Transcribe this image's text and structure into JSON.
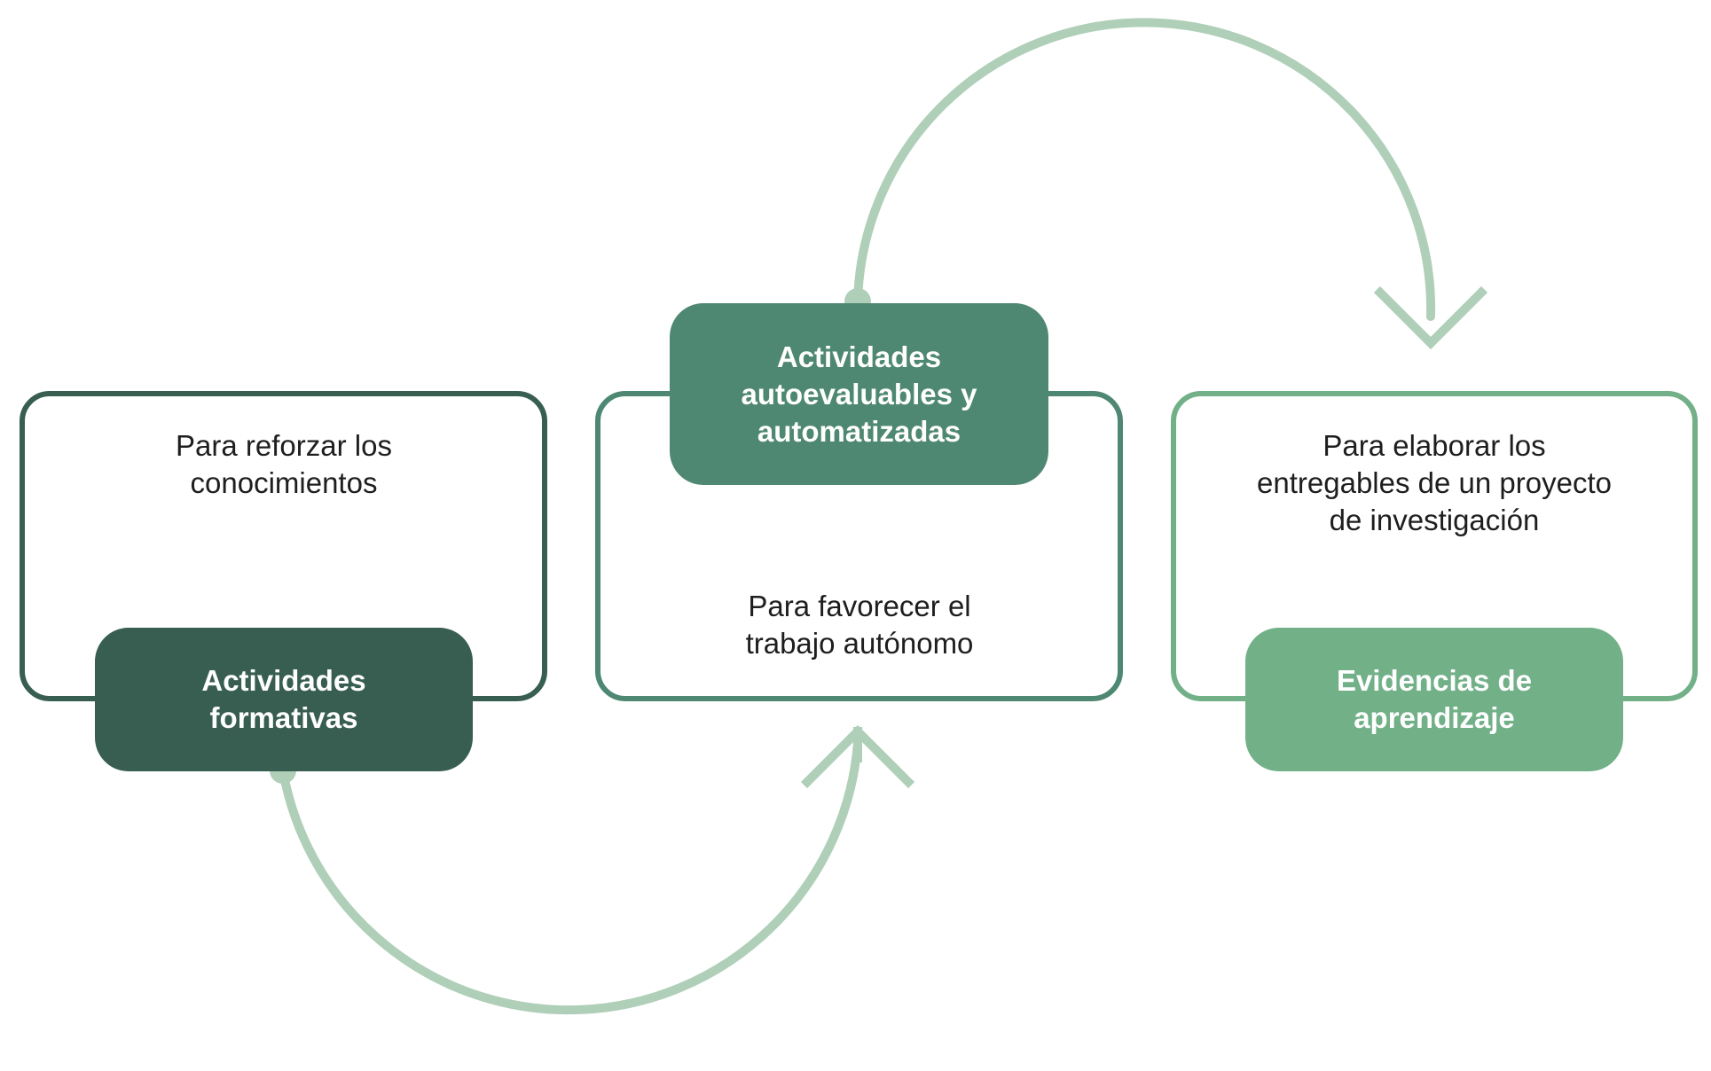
{
  "colors": {
    "dark_green": "#375e50",
    "mid_green": "#4f8872",
    "light_green": "#72b088",
    "connector": "#afcfb8",
    "text": "#1e1e1e"
  },
  "nodes": [
    {
      "title_lines": [
        "Actividades",
        "formativas"
      ],
      "description_lines": [
        "Para reforzar los",
        "conocimientos"
      ]
    },
    {
      "title_lines": [
        "Actividades",
        "autoevaluables y",
        "automatizadas"
      ],
      "description_lines": [
        "Para favorecer el",
        "trabajo autónomo"
      ]
    },
    {
      "title_lines": [
        "Evidencias de",
        "aprendizaje"
      ],
      "description_lines": [
        "Para elaborar los",
        "entregables de un proyecto",
        "de investigación"
      ]
    }
  ]
}
